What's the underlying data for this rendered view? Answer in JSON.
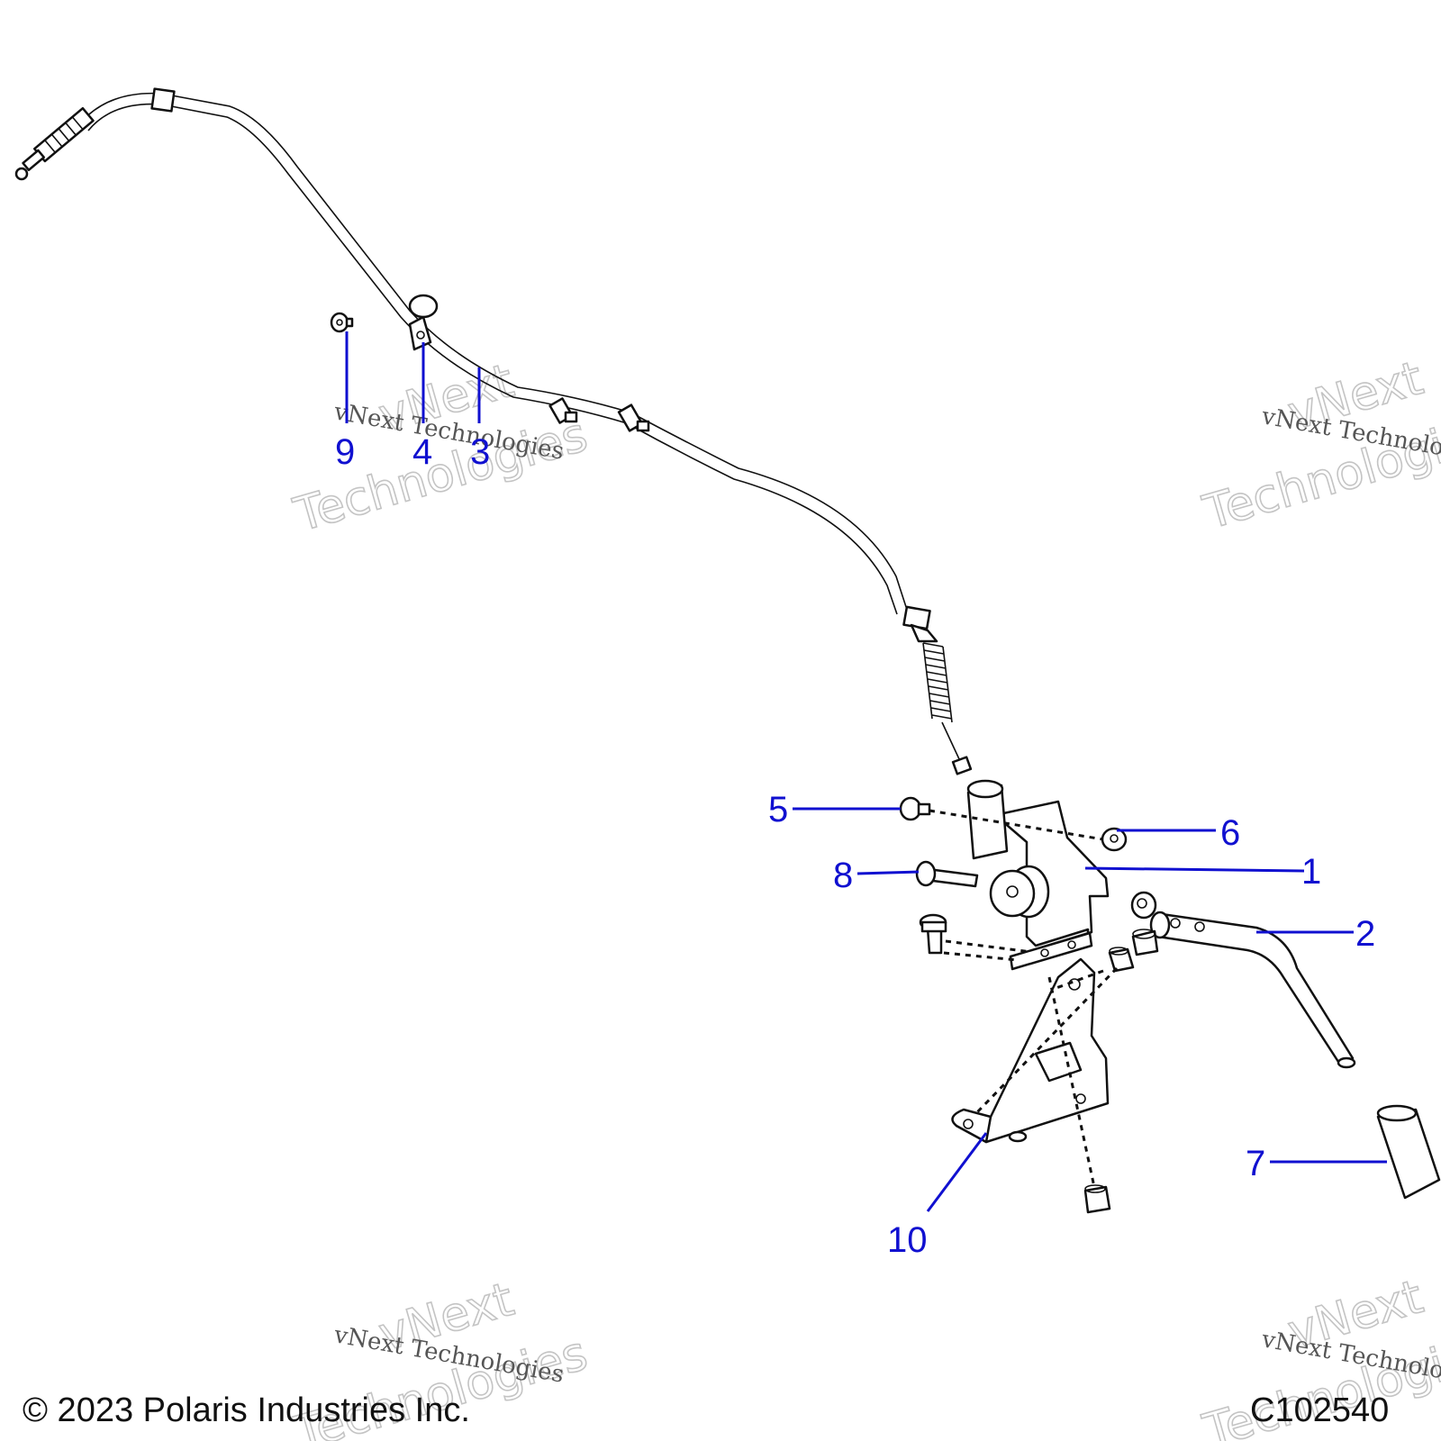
{
  "diagram": {
    "callouts": [
      {
        "id": "1",
        "label": "1"
      },
      {
        "id": "2",
        "label": "2"
      },
      {
        "id": "3",
        "label": "3"
      },
      {
        "id": "4",
        "label": "4"
      },
      {
        "id": "5",
        "label": "5"
      },
      {
        "id": "6",
        "label": "6"
      },
      {
        "id": "7",
        "label": "7"
      },
      {
        "id": "8",
        "label": "8"
      },
      {
        "id": "9",
        "label": "9"
      },
      {
        "id": "10",
        "label": "10"
      }
    ],
    "copyright": "© 2023 Polaris Industries Inc.",
    "drawing_number": "C102540",
    "watermark": {
      "line_small": "vNext Technologies",
      "line_big_1": "vNext",
      "line_big_2": "Technologies"
    },
    "colors": {
      "callout": "#1010d0",
      "linework": "#111111"
    }
  }
}
